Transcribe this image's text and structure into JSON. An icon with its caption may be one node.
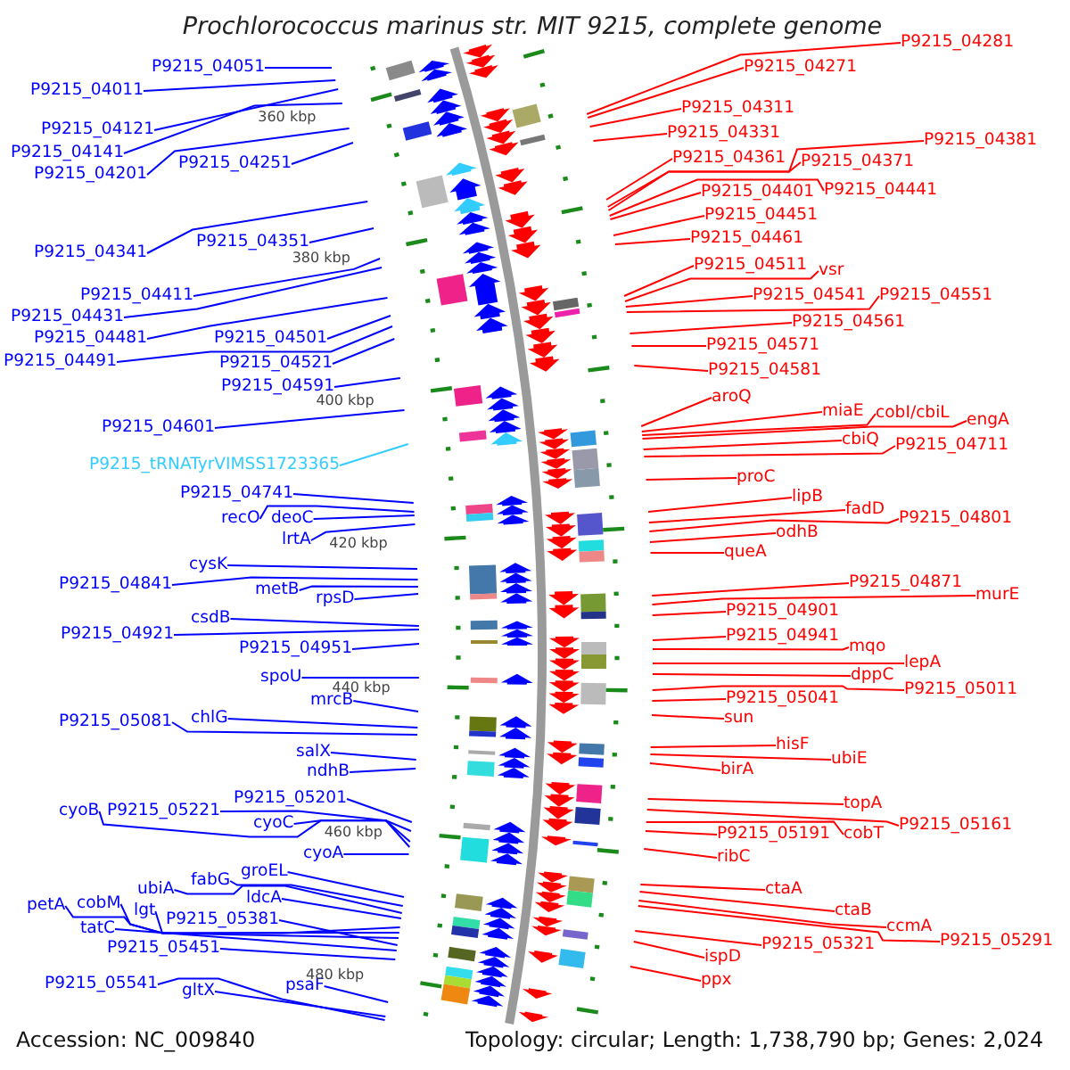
{
  "diagram": {
    "title": "Prochlorococcus marinus str. MIT 9215, complete genome",
    "nodes": [
      {
        "text": [
          "P9215_04281"
        ]
      },
      {
        "text": [
          "P9215_04051"
        ]
      },
      {
        "text": [
          "P9215_04271"
        ]
      },
      {
        "text": [
          "P9215_04011"
        ]
      },
      {
        "text": [
          "P9215_04311"
        ]
      },
      {
        "text": [
          "P9215_04121"
        ]
      },
      {
        "text": [
          "P9215_04331"
        ]
      },
      {
        "text": [
          "P9215_04381"
        ]
      },
      {
        "text": [
          "P9215_04141"
        ]
      },
      {
        "text": [
          "P9215_04361"
        ]
      },
      {
        "text": [
          "P9215_04371"
        ]
      },
      {
        "text": [
          "P9215_04251"
        ]
      },
      {
        "text": [
          "P9215_04201"
        ]
      },
      {
        "text": [
          "P9215_04401"
        ]
      },
      {
        "text": [
          "P9215_04441"
        ]
      },
      {
        "text": [
          "P9215_04451"
        ]
      },
      {
        "text": [
          "P9215_04461"
        ]
      },
      {
        "text": [
          "P9215_04351"
        ]
      },
      {
        "text": [
          "P9215_04341"
        ]
      },
      {
        "text": [
          "P9215_04511"
        ]
      },
      {
        "text": [
          "vsr"
        ]
      },
      {
        "text": [
          "P9215_04411"
        ]
      },
      {
        "text": [
          "P9215_04541"
        ]
      },
      {
        "text": [
          "P9215_04551"
        ]
      },
      {
        "text": [
          "P9215_04431"
        ]
      },
      {
        "text": [
          "P9215_04561"
        ]
      },
      {
        "text": [
          "P9215_04481"
        ]
      },
      {
        "text": [
          "P9215_04501"
        ]
      },
      {
        "text": [
          "P9215_04571"
        ]
      },
      {
        "text": [
          "P9215_04491"
        ]
      },
      {
        "text": [
          "P9215_04521"
        ]
      },
      {
        "text": [
          "P9215_04581"
        ]
      },
      {
        "text": [
          "P9215_04591"
        ]
      },
      {
        "text": [
          "aroQ"
        ]
      },
      {
        "text": [
          "miaE"
        ]
      },
      {
        "text": [
          "cobI/cbiL"
        ]
      },
      {
        "text": [
          "engA"
        ]
      },
      {
        "text": [
          "P9215_04601"
        ]
      },
      {
        "text": [
          "cbiQ"
        ]
      },
      {
        "text": [
          "P9215_04711"
        ]
      },
      {
        "text": [
          "P9215_tRNATyrVIMSS1723365"
        ]
      },
      {
        "text": [
          "proC"
        ]
      },
      {
        "text": [
          "P9215_04741"
        ]
      },
      {
        "text": [
          "lipB"
        ]
      },
      {
        "text": [
          "fadD"
        ]
      },
      {
        "text": [
          "P9215_04801"
        ]
      },
      {
        "text": [
          "recO"
        ]
      },
      {
        "text": [
          "deoC"
        ]
      },
      {
        "text": [
          "odhB"
        ]
      },
      {
        "text": [
          "lrtA"
        ]
      },
      {
        "text": [
          "queA"
        ]
      },
      {
        "text": [
          "cysK"
        ]
      },
      {
        "text": [
          "P9215_04871"
        ]
      },
      {
        "text": [
          "P9215_04841"
        ]
      },
      {
        "text": [
          "metB"
        ]
      },
      {
        "text": [
          "murE"
        ]
      },
      {
        "text": [
          "rpsD"
        ]
      },
      {
        "text": [
          "P9215_04901"
        ]
      },
      {
        "text": [
          "csdB"
        ]
      },
      {
        "text": [
          "P9215_04921"
        ]
      },
      {
        "text": [
          "P9215_04941"
        ]
      },
      {
        "text": [
          "mqo"
        ]
      },
      {
        "text": [
          "P9215_04951"
        ]
      },
      {
        "text": [
          "lepA"
        ]
      },
      {
        "text": [
          "dppC"
        ]
      },
      {
        "text": [
          "spoU"
        ]
      },
      {
        "text": [
          "P9215_05011"
        ]
      },
      {
        "text": [
          "P9215_05041"
        ]
      },
      {
        "text": [
          "mrcB"
        ]
      },
      {
        "text": [
          "sun"
        ]
      },
      {
        "text": [
          "P9215_05081"
        ]
      },
      {
        "text": [
          "chlG"
        ]
      },
      {
        "text": [
          "hisF"
        ]
      },
      {
        "text": [
          "salX"
        ]
      },
      {
        "text": [
          "ubiE"
        ]
      },
      {
        "text": [
          "birA"
        ]
      },
      {
        "text": [
          "ndhB"
        ]
      },
      {
        "text": [
          "P9215_05201"
        ]
      },
      {
        "text": [
          "topA"
        ]
      },
      {
        "text": [
          "cyoB"
        ]
      },
      {
        "text": [
          "P9215_05221"
        ]
      },
      {
        "text": [
          "cyoC"
        ]
      },
      {
        "text": [
          "P9215_05161"
        ]
      },
      {
        "text": [
          "P9215_05191"
        ]
      },
      {
        "text": [
          "cobT"
        ]
      },
      {
        "text": [
          "cyoA"
        ]
      },
      {
        "text": [
          "ribC"
        ]
      },
      {
        "text": [
          "groEL"
        ]
      },
      {
        "text": [
          "fabG"
        ]
      },
      {
        "text": [
          "ubiA"
        ]
      },
      {
        "text": [
          "ctaA"
        ]
      },
      {
        "text": [
          "ldcA"
        ]
      },
      {
        "text": [
          "petA"
        ]
      },
      {
        "text": [
          "cobM"
        ]
      },
      {
        "text": [
          "lgt"
        ]
      },
      {
        "text": [
          "ctaB"
        ]
      },
      {
        "text": [
          "P9215_05381"
        ]
      },
      {
        "text": [
          "tatC"
        ]
      },
      {
        "text": [
          "ccmA"
        ]
      },
      {
        "text": [
          "P9215_05291"
        ]
      },
      {
        "text": [
          "P9215_05451"
        ]
      },
      {
        "text": [
          "P9215_05321"
        ]
      },
      {
        "text": [
          "ispD"
        ]
      },
      {
        "text": [
          "ppx"
        ]
      },
      {
        "text": [
          "P9215_05541"
        ]
      },
      {
        "text": [
          "psaF"
        ]
      },
      {
        "text": [
          "gltX"
        ]
      }
    ],
    "edges": [
      {
        "from": 0,
        "to": null,
        "arrow": "none"
      },
      {
        "from": 1,
        "to": null,
        "arrow": "none",
        "color": "#0000ff"
      },
      {
        "from": 2,
        "to": null,
        "arrow": "none"
      },
      {
        "from": 3,
        "to": null,
        "arrow": "none",
        "color": "#0000ff"
      },
      {
        "from": 4,
        "to": null,
        "arrow": "none"
      },
      {
        "from": 5,
        "to": null,
        "arrow": "none",
        "color": "#0000ff"
      },
      {
        "from": 6,
        "to": null,
        "arrow": "none"
      },
      {
        "from": 7,
        "to": null,
        "arrow": "none"
      },
      {
        "from": 8,
        "to": null,
        "arrow": "none",
        "color": "#0000ff"
      },
      {
        "from": 9,
        "to": null,
        "arrow": "none"
      },
      {
        "from": 10,
        "to": null,
        "arrow": "none"
      },
      {
        "from": 11,
        "to": null,
        "arrow": "none",
        "color": "#0000ff"
      },
      {
        "from": 12,
        "to": null,
        "arrow": "none",
        "color": "#0000ff"
      },
      {
        "from": 13,
        "to": null,
        "arrow": "none"
      },
      {
        "from": 14,
        "to": null,
        "arrow": "none"
      },
      {
        "from": 15,
        "to": null,
        "arrow": "none"
      },
      {
        "from": 16,
        "to": null,
        "arrow": "none"
      },
      {
        "from": 17,
        "to": null,
        "arrow": "none",
        "color": "#0000ff"
      },
      {
        "from": 18,
        "to": null,
        "arrow": "none",
        "color": "#0000ff"
      },
      {
        "from": 19,
        "to": null,
        "arrow": "none"
      },
      {
        "from": 20,
        "to": null,
        "arrow": "none"
      },
      {
        "from": 21,
        "to": null,
        "arrow": "none",
        "color": "#0000ff"
      },
      {
        "from": 22,
        "to": null,
        "arrow": "none"
      },
      {
        "from": 23,
        "to": null,
        "arrow": "none"
      },
      {
        "from": 24,
        "to": null,
        "arrow": "none",
        "color": "#0000ff"
      },
      {
        "from": 25,
        "to": null,
        "arrow": "none"
      },
      {
        "from": 26,
        "to": null,
        "arrow": "none",
        "color": "#0000ff"
      },
      {
        "from": 27,
        "to": null,
        "arrow": "none",
        "color": "#0000ff"
      },
      {
        "from": 28,
        "to": null,
        "arrow": "none"
      },
      {
        "from": 29,
        "to": null,
        "arrow": "none",
        "color": "#0000ff"
      },
      {
        "from": 30,
        "to": null,
        "arrow": "none",
        "color": "#0000ff"
      },
      {
        "from": 31,
        "to": null,
        "arrow": "none"
      },
      {
        "from": 32,
        "to": null,
        "arrow": "none",
        "color": "#0000ff"
      },
      {
        "from": 33,
        "to": null,
        "arrow": "none"
      },
      {
        "from": 34,
        "to": null,
        "arrow": "none"
      },
      {
        "from": 35,
        "to": null,
        "arrow": "none"
      },
      {
        "from": 36,
        "to": null,
        "arrow": "none"
      },
      {
        "from": 37,
        "to": null,
        "arrow": "none",
        "color": "#0000ff"
      },
      {
        "from": 38,
        "to": null,
        "arrow": "none"
      },
      {
        "from": 39,
        "to": null,
        "arrow": "none"
      },
      {
        "from": 40,
        "to": null,
        "arrow": "none",
        "color": "#33ccff"
      },
      {
        "from": 41,
        "to": null,
        "arrow": "none"
      },
      {
        "from": 42,
        "to": null,
        "arrow": "none",
        "color": "#0000ff"
      },
      {
        "from": 43,
        "to": null,
        "arrow": "none"
      },
      {
        "from": 44,
        "to": null,
        "arrow": "none"
      },
      {
        "from": 45,
        "to": null,
        "arrow": "none"
      },
      {
        "from": 46,
        "to": null,
        "arrow": "none",
        "color": "#0000ff"
      },
      {
        "from": 47,
        "to": null,
        "arrow": "none",
        "color": "#0000ff"
      },
      {
        "from": 48,
        "to": null,
        "arrow": "none"
      },
      {
        "from": 49,
        "to": null,
        "arrow": "none",
        "color": "#0000ff"
      },
      {
        "from": 50,
        "to": null,
        "arrow": "none"
      },
      {
        "from": 51,
        "to": null,
        "arrow": "none",
        "color": "#0000ff"
      },
      {
        "from": 52,
        "to": null,
        "arrow": "none"
      },
      {
        "from": 53,
        "to": null,
        "arrow": "none",
        "color": "#0000ff"
      },
      {
        "from": 54,
        "to": null,
        "arrow": "none",
        "color": "#0000ff"
      },
      {
        "from": 55,
        "to": null,
        "arrow": "none"
      },
      {
        "from": 56,
        "to": null,
        "arrow": "none",
        "color": "#0000ff"
      },
      {
        "from": 57,
        "to": null,
        "arrow": "none"
      },
      {
        "from": 58,
        "to": null,
        "arrow": "none",
        "color": "#0000ff"
      },
      {
        "from": 59,
        "to": null,
        "arrow": "none",
        "color": "#0000ff"
      },
      {
        "from": 60,
        "to": null,
        "arrow": "none"
      },
      {
        "from": 61,
        "to": null,
        "arrow": "none"
      },
      {
        "from": 62,
        "to": null,
        "arrow": "none",
        "color": "#0000ff"
      },
      {
        "from": 63,
        "to": null,
        "arrow": "none"
      },
      {
        "from": 64,
        "to": null,
        "arrow": "none"
      },
      {
        "from": 65,
        "to": null,
        "arrow": "none",
        "color": "#0000ff"
      },
      {
        "from": 66,
        "to": null,
        "arrow": "none"
      },
      {
        "from": 67,
        "to": null,
        "arrow": "none"
      },
      {
        "from": 68,
        "to": null,
        "arrow": "none",
        "color": "#0000ff"
      },
      {
        "from": 69,
        "to": null,
        "arrow": "none"
      },
      {
        "from": 70,
        "to": null,
        "arrow": "none",
        "color": "#0000ff"
      },
      {
        "from": 71,
        "to": null,
        "arrow": "none",
        "color": "#0000ff"
      },
      {
        "from": 72,
        "to": null,
        "arrow": "none"
      },
      {
        "from": 73,
        "to": null,
        "arrow": "none",
        "color": "#0000ff"
      },
      {
        "from": 74,
        "to": null,
        "arrow": "none"
      },
      {
        "from": 75,
        "to": null,
        "arrow": "none"
      },
      {
        "from": 76,
        "to": null,
        "arrow": "none",
        "color": "#0000ff"
      },
      {
        "from": 77,
        "to": null,
        "arrow": "none",
        "color": "#0000ff"
      },
      {
        "from": 78,
        "to": null,
        "arrow": "none"
      },
      {
        "from": 79,
        "to": null,
        "arrow": "none",
        "color": "#0000ff"
      },
      {
        "from": 80,
        "to": null,
        "arrow": "none",
        "color": "#0000ff"
      },
      {
        "from": 81,
        "to": null,
        "arrow": "none",
        "color": "#0000ff"
      },
      {
        "from": 82,
        "to": null,
        "arrow": "none"
      },
      {
        "from": 83,
        "to": null,
        "arrow": "none"
      },
      {
        "from": 84,
        "to": null,
        "arrow": "none"
      },
      {
        "from": 85,
        "to": null,
        "arrow": "none",
        "color": "#0000ff"
      },
      {
        "from": 86,
        "to": null,
        "arrow": "none"
      },
      {
        "from": 87,
        "to": null,
        "arrow": "none",
        "color": "#0000ff"
      },
      {
        "from": 88,
        "to": null,
        "arrow": "none",
        "color": "#0000ff"
      },
      {
        "from": 89,
        "to": null,
        "arrow": "none",
        "color": "#0000ff"
      },
      {
        "from": 90,
        "to": null,
        "arrow": "none"
      },
      {
        "from": 91,
        "to": null,
        "arrow": "none",
        "color": "#0000ff"
      },
      {
        "from": 92,
        "to": null,
        "arrow": "none",
        "color": "#0000ff"
      },
      {
        "from": 93,
        "to": null,
        "arrow": "none",
        "color": "#0000ff"
      },
      {
        "from": 94,
        "to": null,
        "arrow": "none",
        "color": "#0000ff"
      },
      {
        "from": 95,
        "to": null,
        "arrow": "none"
      },
      {
        "from": 96,
        "to": null,
        "arrow": "none",
        "color": "#0000ff"
      },
      {
        "from": 97,
        "to": null,
        "arrow": "none",
        "color": "#0000ff"
      },
      {
        "from": 98,
        "to": null,
        "arrow": "none"
      },
      {
        "from": 99,
        "to": null,
        "arrow": "none"
      },
      {
        "from": 100,
        "to": null,
        "arrow": "none",
        "color": "#0000ff"
      },
      {
        "from": 101,
        "to": null,
        "arrow": "none"
      },
      {
        "from": 102,
        "to": null,
        "arrow": "none"
      },
      {
        "from": 103,
        "to": null,
        "arrow": "none"
      },
      {
        "from": 104,
        "to": null,
        "arrow": "none",
        "color": "#0000ff"
      },
      {
        "from": 105,
        "to": null,
        "arrow": "none",
        "color": "#0000ff"
      },
      {
        "from": 106,
        "to": null,
        "arrow": "none",
        "color": "#0000ff"
      }
    ],
    "labels": [
      "360 kbp",
      "380 kbp",
      "400 kbp",
      "420 kbp",
      "440 kbp",
      "460 kbp",
      "480 kbp",
      "Accession: NC_009840",
      "Topology: circular; Length: 1,738,790 bp; Genes: 2,024"
    ]
  }
}
